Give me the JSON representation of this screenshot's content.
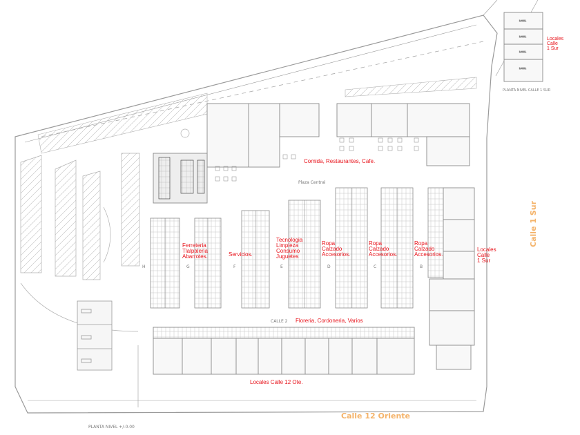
{
  "plan": {
    "plaza_label": "Plaza Central",
    "calle2_label": "CALLE 2",
    "level_label": "PLANTA NIVEL +/-0.00",
    "calle1_plan_label": "PLANTA NIVEL CALLE 1 SUR"
  },
  "streets": {
    "calle_12_oriente": "Calle 12 Oriente",
    "calle_1_sur": "Calle 1 Sur"
  },
  "zones": {
    "comida": "Comida, Restaurantes, Cafe.",
    "ferreteria": [
      "Ferreteria",
      "Tlalpaleria",
      "Abarrotes."
    ],
    "servicios": "Servicios.",
    "tecnologia": [
      "Tecnologia",
      "Limpieza",
      "Consumo",
      "Juguetes"
    ],
    "ropa_d": [
      "Ropa",
      "Calzado",
      "Accesorios."
    ],
    "ropa_c": [
      "Ropa",
      "Calzado",
      "Accesorios."
    ],
    "ropa_b": [
      "Ropa",
      "Calzado",
      "Accesorios."
    ],
    "locales_1sur": [
      "Locales",
      "Calle",
      "1 Sur"
    ],
    "locales_top": [
      "Locales",
      "Calle",
      "1 Sur"
    ],
    "floreria": "Floreria, Cordoneria, Varios",
    "locales_12ote": "Locales Calle 12 Ote."
  },
  "aisle_letters": [
    "H",
    "G",
    "F",
    "E",
    "D",
    "C",
    "B"
  ],
  "colors": {
    "labels": "#e8141c",
    "streets": "#f4b36a",
    "lines": "#8a8a8a"
  }
}
